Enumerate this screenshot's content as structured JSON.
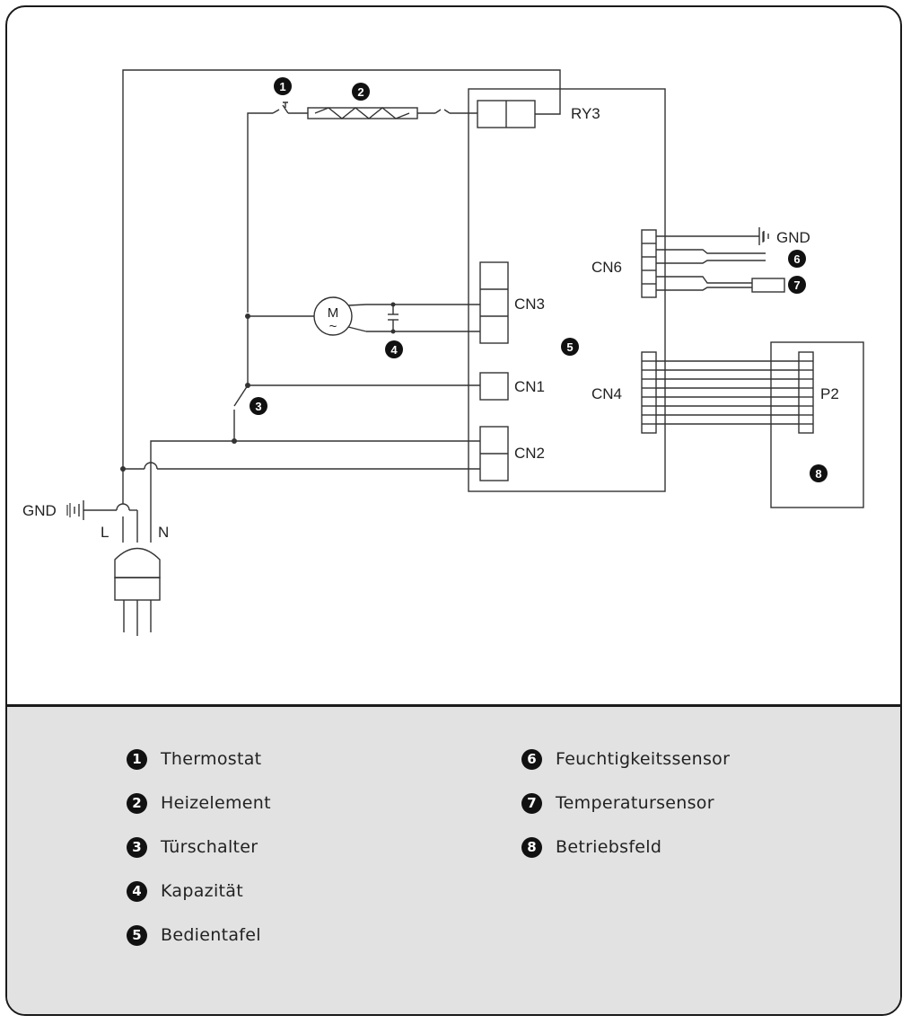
{
  "diagram": {
    "labels": {
      "ry3": "RY3",
      "cn6": "CN6",
      "cn3": "CN3",
      "cn1": "CN1",
      "cn2": "CN2",
      "cn4": "CN4",
      "p2": "P2",
      "gnd_top": "GND",
      "gnd_left": "GND",
      "l": "L",
      "n": "N",
      "motor_m": "M",
      "motor_tilde": "~"
    },
    "callouts": {
      "c1": "1",
      "c2": "2",
      "c3": "3",
      "c4": "4",
      "c5": "5",
      "c6": "6",
      "c7": "7",
      "c8": "8"
    }
  },
  "legend": {
    "items": [
      {
        "num": "1",
        "text": "Thermostat"
      },
      {
        "num": "2",
        "text": "Heizelement"
      },
      {
        "num": "3",
        "text": "Türschalter"
      },
      {
        "num": "4",
        "text": "Kapazität"
      },
      {
        "num": "5",
        "text": "Bedientafel"
      },
      {
        "num": "6",
        "text": "Feuchtigkeitssensor"
      },
      {
        "num": "7",
        "text": "Temperatursensor"
      },
      {
        "num": "8",
        "text": "Betriebsfeld"
      }
    ]
  },
  "colors": {
    "line": "#333333",
    "panel": "#e2e2e2",
    "badge": "#111111"
  }
}
